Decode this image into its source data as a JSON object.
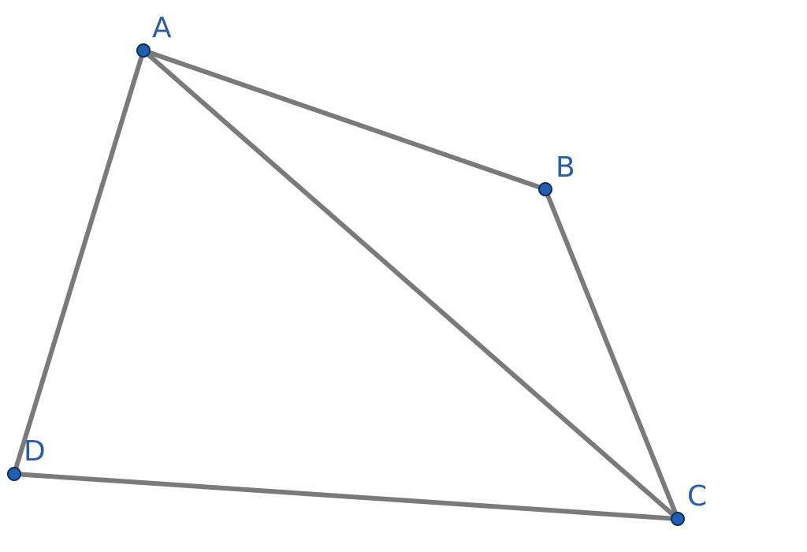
{
  "colors": {
    "segment": "#7a7a7a",
    "point_fill": "#1f5fb0",
    "point_stroke": "#0f2f5a",
    "label": "#2a5fa8"
  },
  "points": [
    {
      "id": "A",
      "label": "A"
    },
    {
      "id": "B",
      "label": "B"
    },
    {
      "id": "C",
      "label": "C"
    },
    {
      "id": "D",
      "label": "D"
    }
  ],
  "segments": [
    {
      "from": "A",
      "to": "B"
    },
    {
      "from": "B",
      "to": "C"
    },
    {
      "from": "C",
      "to": "D"
    },
    {
      "from": "D",
      "to": "A"
    },
    {
      "from": "A",
      "to": "C"
    }
  ]
}
